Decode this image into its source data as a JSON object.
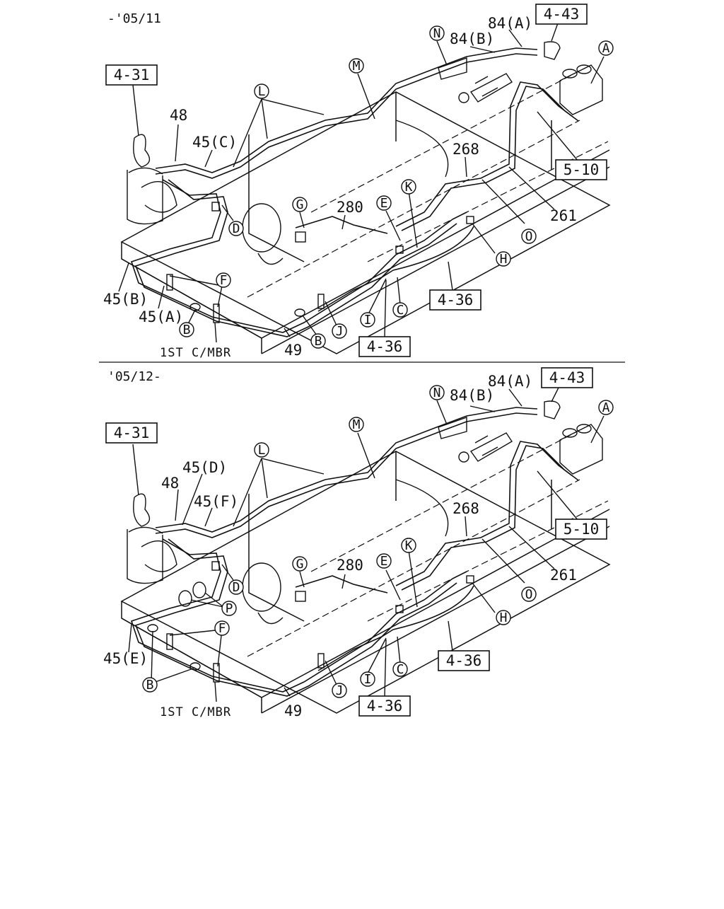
{
  "panels": [
    {
      "id": "top",
      "period": "-'05/11",
      "refs": {
        "r431": "4-31",
        "r443": "4-43",
        "r510": "5-10",
        "r436a": "4-36",
        "r436b": "4-36"
      },
      "parts": {
        "p48": "48",
        "p45c": "45(C)",
        "p84a": "84(A)",
        "p84b": "84(B)",
        "p268": "268",
        "p280": "280",
        "p261": "261",
        "p45b": "45(B)",
        "p45a": "45(A)",
        "p49": "49"
      },
      "member": "1ST C/MBR",
      "circles": {
        "cA": "A",
        "cN": "N",
        "cM": "M",
        "cL": "L",
        "cD": "D",
        "cG": "G",
        "cE": "E",
        "cK": "K",
        "cO": "O",
        "cF": "F",
        "cH": "H",
        "cB1": "B",
        "cB2": "B",
        "cJ": "J",
        "cI": "I",
        "cC": "C"
      }
    },
    {
      "id": "bottom",
      "period": "'05/12-",
      "refs": {
        "r431": "4-31",
        "r443": "4-43",
        "r510": "5-10",
        "r436a": "4-36",
        "r436b": "4-36"
      },
      "parts": {
        "p48": "48",
        "p45d": "45(D)",
        "p45f": "45(F)",
        "p84a": "84(A)",
        "p84b": "84(B)",
        "p268": "268",
        "p280": "280",
        "p261": "261",
        "p45e": "45(E)",
        "p49": "49"
      },
      "member": "1ST C/MBR",
      "circles": {
        "cA": "A",
        "cN": "N",
        "cM": "M",
        "cL": "L",
        "cD": "D",
        "cG": "G",
        "cE": "E",
        "cK": "K",
        "cO": "O",
        "cP": "P",
        "cF": "F",
        "cH": "H",
        "cB": "B",
        "cJ": "J",
        "cI": "I",
        "cC": "C"
      }
    }
  ]
}
